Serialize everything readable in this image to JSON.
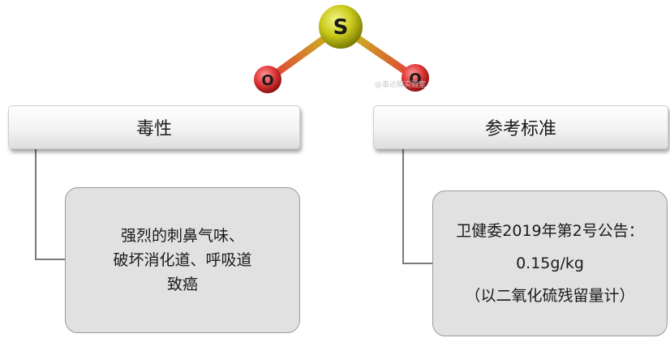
{
  "molecule": {
    "atoms": [
      {
        "symbol": "S",
        "color": "#c9c91a"
      },
      {
        "symbol": "O",
        "color": "#e03a3a"
      },
      {
        "symbol": "O",
        "color": "#e03a3a"
      }
    ],
    "watermark": "@泰达酶实验室"
  },
  "left": {
    "header": "毒性",
    "content_lines": [
      "强烈的刺鼻气味、",
      "破坏消化道、呼吸道",
      "致癌"
    ]
  },
  "right": {
    "header": "参考标准",
    "content_lines": [
      "卫健委2019年第2号公告：",
      "0.15g/kg",
      "（以二氧化硫残留量计）"
    ]
  },
  "colors": {
    "sulfur": "#c9c91a",
    "oxygen": "#e03a3a",
    "connector": "#7a7a7a",
    "content_bg": "#e1e1e1"
  }
}
